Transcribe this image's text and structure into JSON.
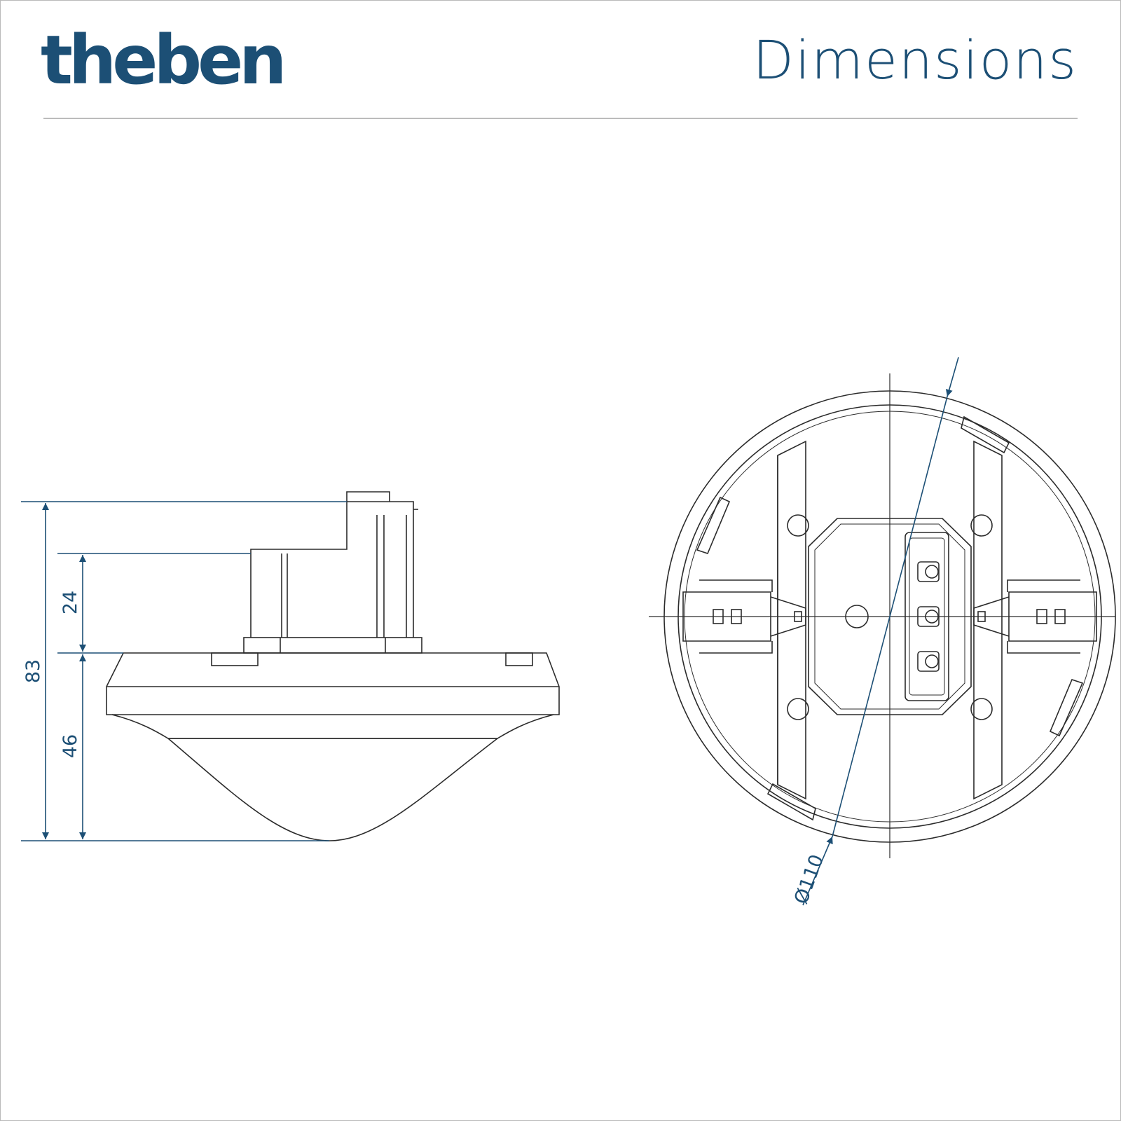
{
  "header": {
    "logo_text": "theben",
    "title": "Dimensions"
  },
  "colors": {
    "brand": "#1c4f75",
    "dimension": "#1c4f75",
    "outline": "#2b2b2b",
    "rule": "#bcbcbc"
  },
  "side_view": {
    "dim_total": "83",
    "dim_upper": "24",
    "dim_lower": "46"
  },
  "top_view": {
    "dim_diameter": "Ø110"
  }
}
